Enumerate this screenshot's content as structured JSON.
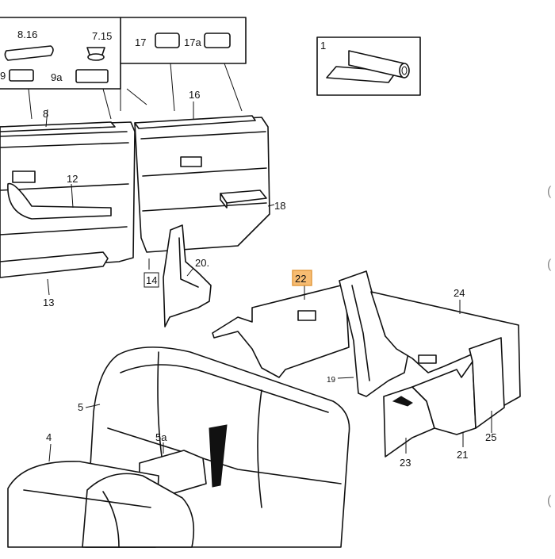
{
  "diagram": {
    "labels": {
      "l_1": "1",
      "l_4": "4",
      "l_5": "5",
      "l_5a": "5a",
      "l_7_15": "7.15",
      "l_8": "8",
      "l_8_16": "8.16",
      "l_9": "9",
      "l_9a": "9a",
      "l_12": "12",
      "l_13": "13",
      "l_14": "14",
      "l_16": "16",
      "l_17": "17",
      "l_17a": "17a",
      "l_18": "18",
      "l_19": "19",
      "l_20": "20.",
      "l_21": "21",
      "l_22": "22",
      "l_23": "23",
      "l_24": "24",
      "l_25": "25"
    },
    "highlighted_part": "22",
    "highlight_color": "#f6b15a"
  }
}
